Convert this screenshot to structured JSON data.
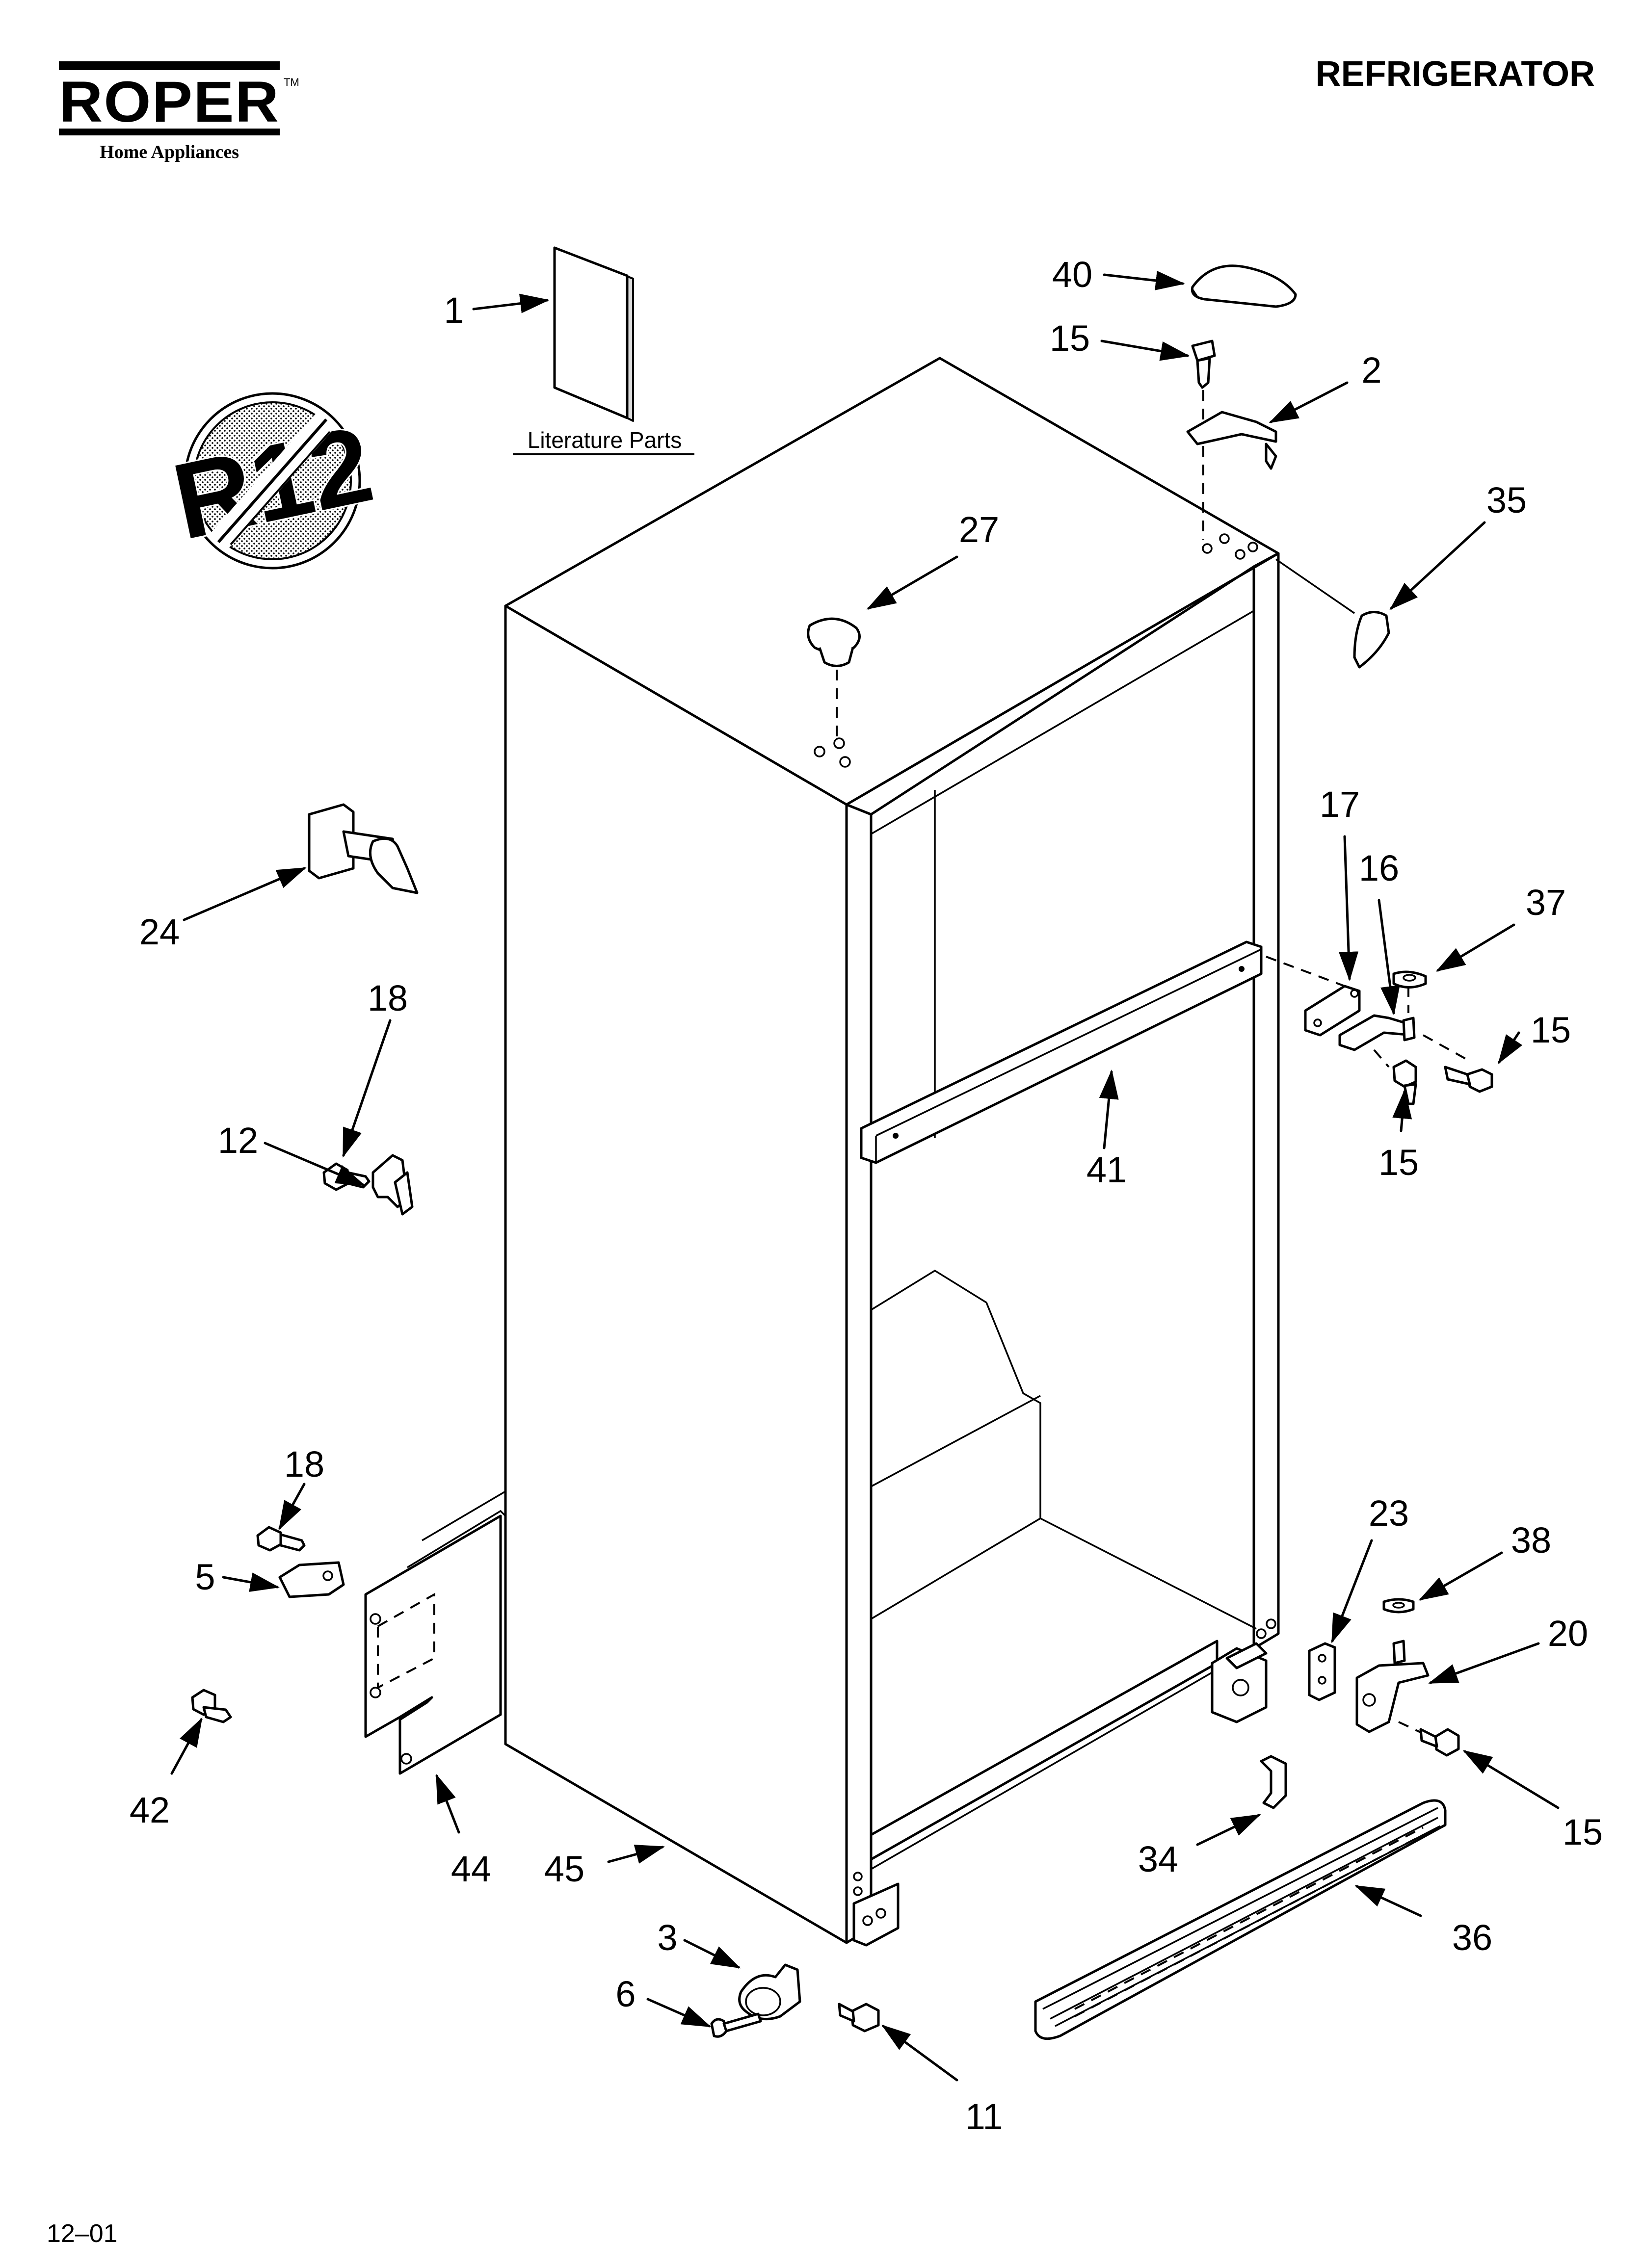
{
  "header": {
    "brand": "ROPER",
    "trademark": "TM",
    "brand_sub": "Home Appliances",
    "title": "REFRIGERATOR"
  },
  "footer": {
    "code": "12–01"
  },
  "badge": {
    "text": "R12",
    "meaning": "no-R12"
  },
  "literature_label": "Literature Parts",
  "callouts": {
    "p1": "1",
    "p40": "40",
    "p15a": "15",
    "p2": "2",
    "p35": "35",
    "p27": "27",
    "p17": "17",
    "p16": "16",
    "p37": "37",
    "p15b": "15",
    "p15c": "15",
    "p24": "24",
    "p18a": "18",
    "p12": "12",
    "p41": "41",
    "p18b": "18",
    "p5": "5",
    "p42": "42",
    "p44": "44",
    "p45": "45",
    "p23": "23",
    "p38": "38",
    "p20": "20",
    "p15d": "15",
    "p34": "34",
    "p36": "36",
    "p3": "3",
    "p6": "6",
    "p11": "11"
  }
}
